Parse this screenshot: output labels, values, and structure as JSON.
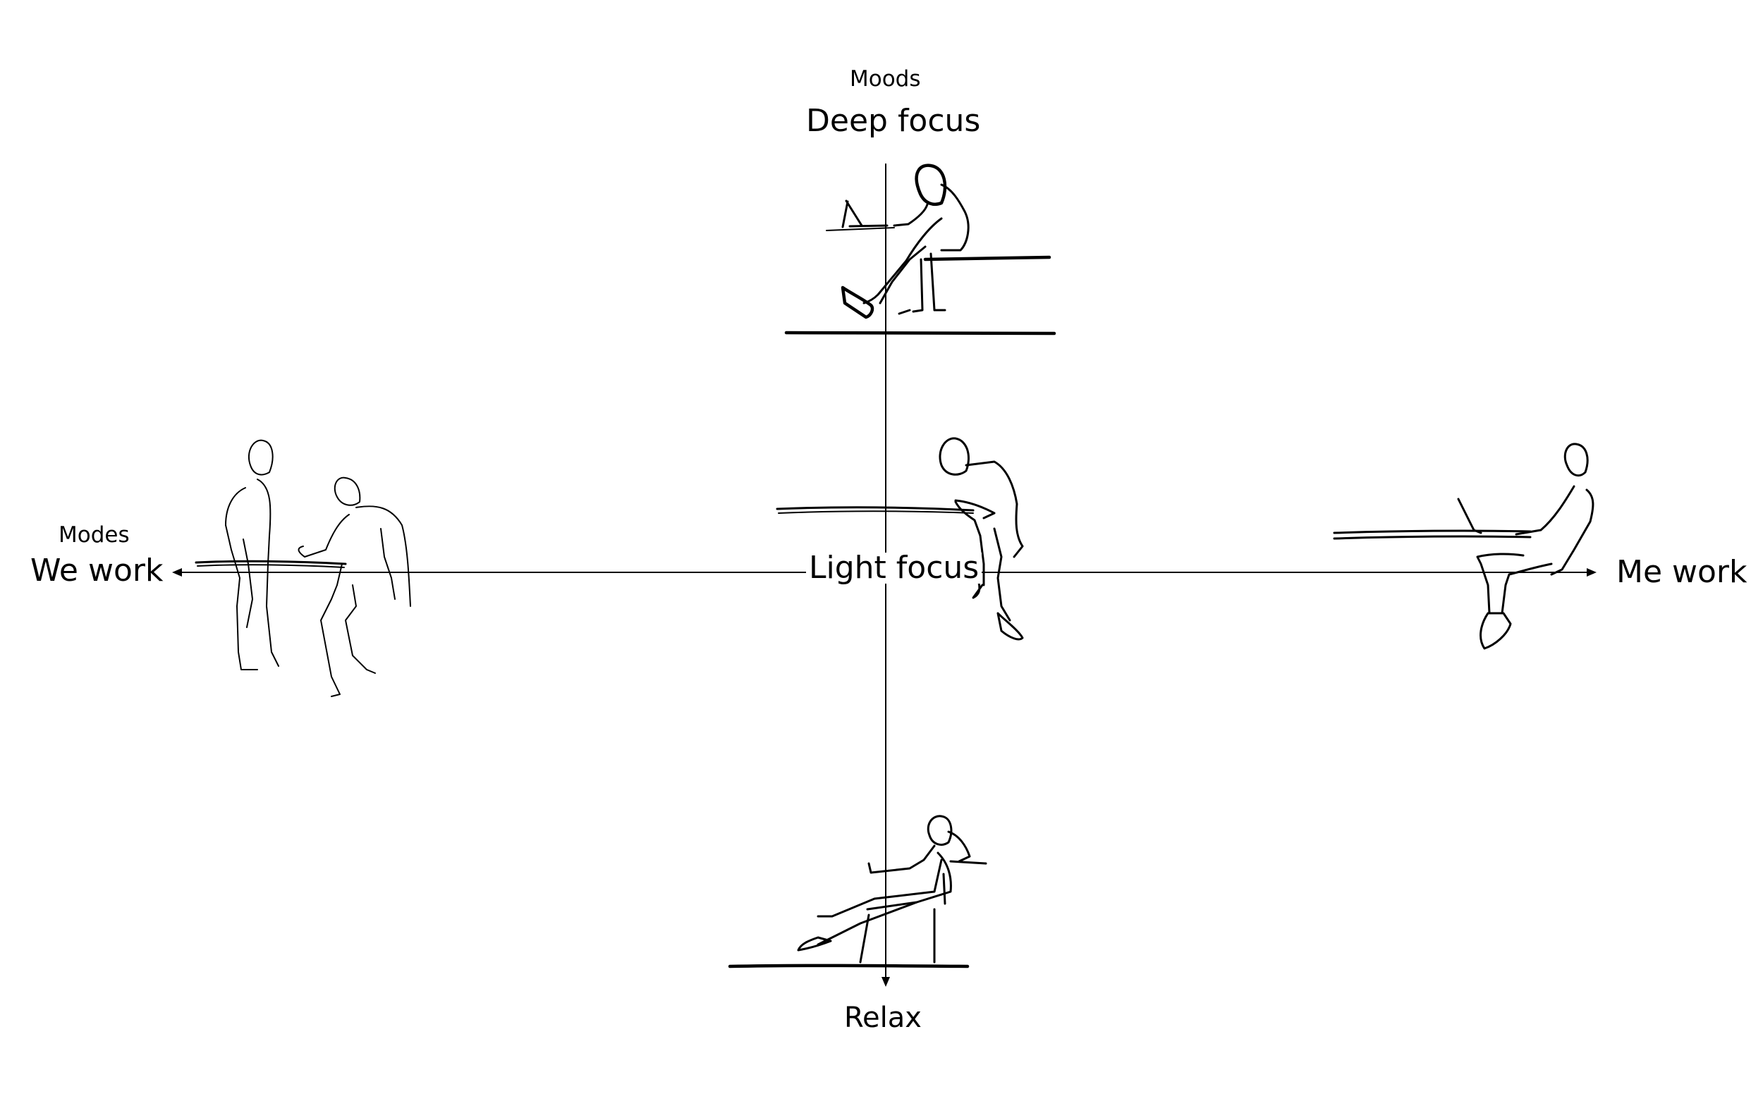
{
  "diagram": {
    "vertical_axis": {
      "heading": "Moods",
      "top_label": "Deep focus",
      "center_label": "Light focus",
      "bottom_label": "Relax"
    },
    "horizontal_axis": {
      "heading": "Modes",
      "left_label": "We work",
      "right_label": "Me work"
    },
    "sketches": [
      "person-deep-focus-laptop",
      "person-light-focus-counter",
      "two-people-collaborating",
      "person-me-work-laptop",
      "person-relaxing-lounge-chair"
    ]
  }
}
